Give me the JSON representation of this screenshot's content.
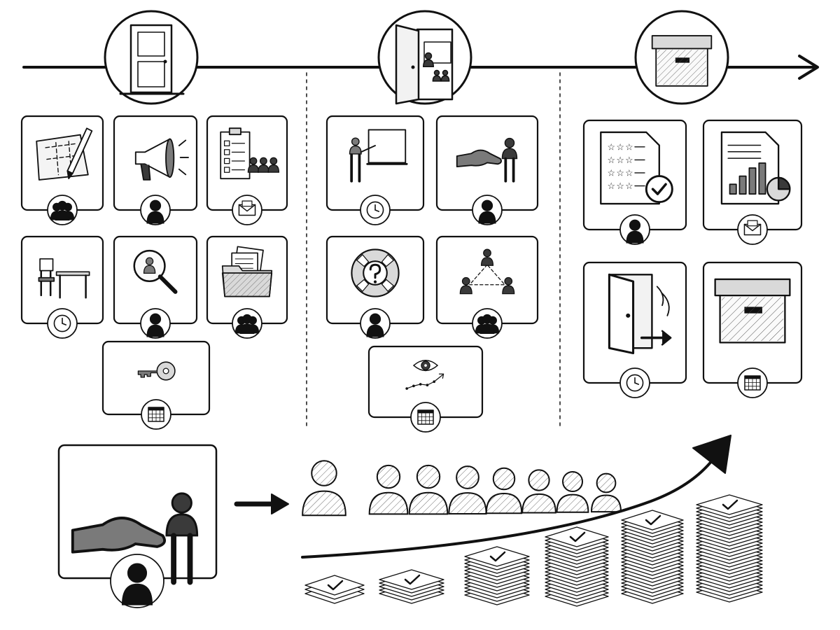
{
  "diagram": {
    "stroke_color": "#111111",
    "fill_dark": "#3a3a3a",
    "fill_mid": "#7a7a7a",
    "fill_light": "#d9d9d9",
    "timeline": {
      "direction": "left-to-right",
      "phases": [
        {
          "id": "before",
          "icon": "closed-door-icon"
        },
        {
          "id": "arrival",
          "icon": "open-door-with-presenter-icon"
        },
        {
          "id": "exit",
          "icon": "closed-box-icon"
        }
      ]
    },
    "phase_cards": [
      {
        "phase": "before",
        "icon": "floor-plan-pencil-icon",
        "badge": "team-icon"
      },
      {
        "phase": "before",
        "icon": "megaphone-icon",
        "badge": "person-icon"
      },
      {
        "phase": "before",
        "icon": "checklist-team-icon",
        "badge": "mail-icon"
      },
      {
        "phase": "before",
        "icon": "desk-chair-icon",
        "badge": "clock-icon"
      },
      {
        "phase": "before",
        "icon": "magnifier-person-icon",
        "badge": "person-icon"
      },
      {
        "phase": "before",
        "icon": "folder-documents-icon",
        "badge": "team-icon"
      },
      {
        "phase": "before",
        "icon": "key-icon",
        "badge": "calendar-icon"
      },
      {
        "phase": "arrival",
        "icon": "presenter-whiteboard-icon",
        "badge": "clock-icon"
      },
      {
        "phase": "arrival",
        "icon": "handshake-person-icon",
        "badge": "person-icon"
      },
      {
        "phase": "arrival",
        "icon": "lifebuoy-question-icon",
        "badge": "person-icon"
      },
      {
        "phase": "arrival",
        "icon": "network-people-icon",
        "badge": "team-icon"
      },
      {
        "phase": "arrival",
        "icon": "eye-trend-icon",
        "badge": "calendar-icon"
      },
      {
        "phase": "exit",
        "icon": "rating-document-check-icon",
        "badge": "person-icon"
      },
      {
        "phase": "exit",
        "icon": "report-charts-icon",
        "badge": "mail-icon"
      },
      {
        "phase": "exit",
        "icon": "exit-door-icon",
        "badge": "clock-icon"
      },
      {
        "phase": "exit",
        "icon": "closed-box-icon",
        "badge": "calendar-icon"
      }
    ],
    "growth": {
      "start_card": {
        "icon": "handshake-person-icon",
        "badge": "person-icon"
      },
      "people_count": 8,
      "paper_stack_levels": [
        2,
        3,
        5,
        6,
        9,
        11,
        13
      ],
      "trend": "rising"
    }
  }
}
